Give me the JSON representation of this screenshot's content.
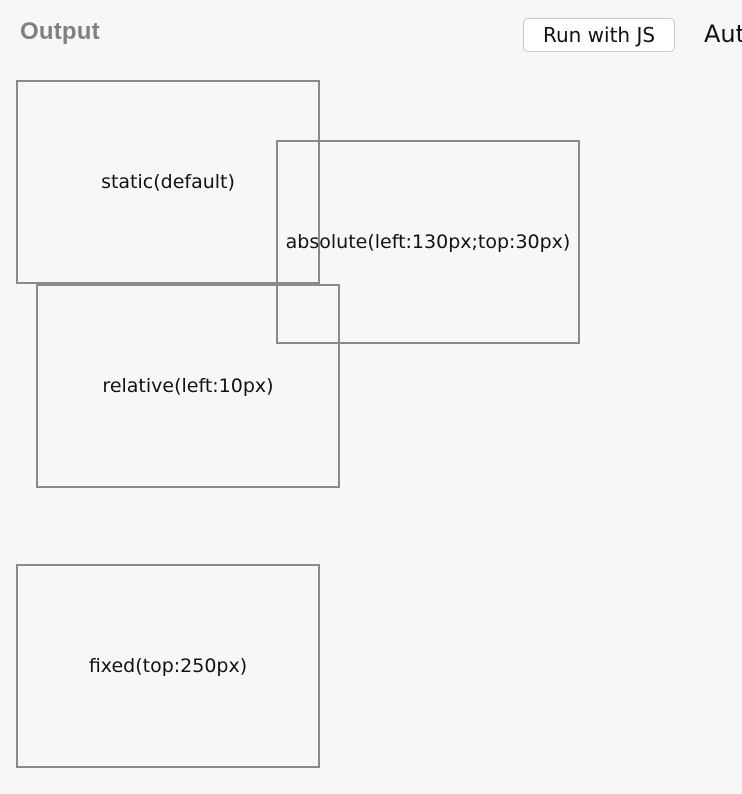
{
  "header": {
    "title": "Output",
    "run_button_label": "Run with JS",
    "auto_label": "Aut"
  },
  "boxes": {
    "static": "static(default)",
    "absolute": "absolute(left:130px;top:30px)",
    "relative": "relative(left:10px)",
    "fixed": "fixed(top:250px)"
  }
}
